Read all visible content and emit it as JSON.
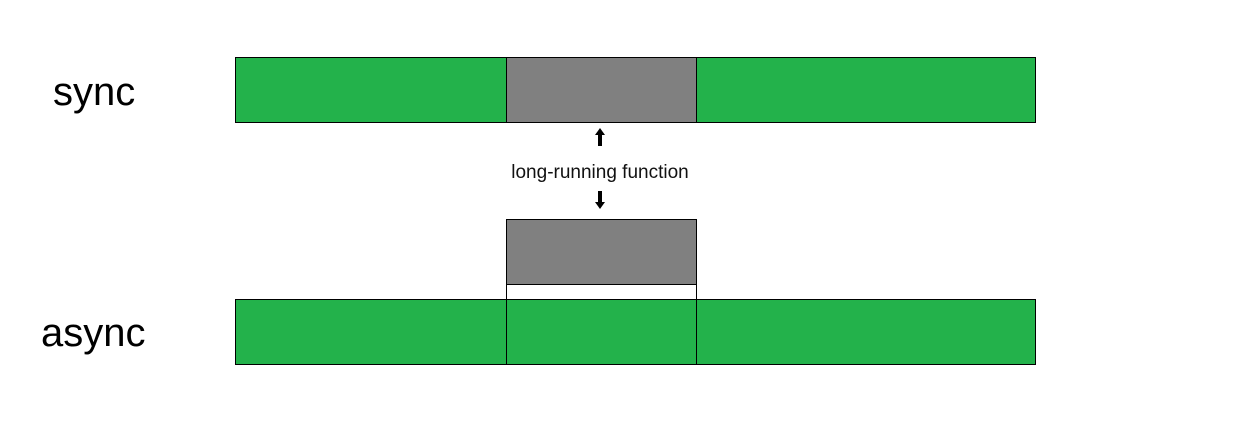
{
  "labels": {
    "sync": "sync",
    "async": "async"
  },
  "annotation": "long-running function",
  "colors": {
    "main_thread": "#23b24b",
    "long_running_function": "#808080",
    "border": "#000000"
  },
  "icons": {
    "up": "arrow-up-icon",
    "down": "arrow-down-icon"
  }
}
